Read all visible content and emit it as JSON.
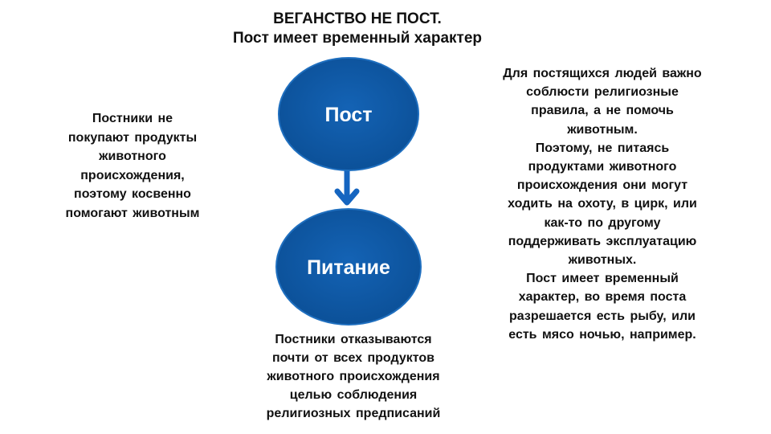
{
  "title": {
    "line1": "ВЕГАНСТВО НЕ ПОСТ.",
    "line2": "Пост имеет временный характер"
  },
  "nodes": {
    "top": {
      "label": "Пост"
    },
    "bottom": {
      "label": "Питание"
    }
  },
  "colors": {
    "node_fill": "#0E5BA8",
    "node_stroke": "#1F6FBF",
    "arrow": "#1565C0",
    "node_text": "#ffffff"
  },
  "left_text": {
    "lines": [
      "Постники не",
      "покупают продукты",
      "животного",
      "происхождения,",
      "поэтому косвенно",
      "помогают животным"
    ]
  },
  "bottom_text": {
    "lines": [
      "Постники отказываются",
      "почти от всех продуктов",
      "животного происхождения",
      "целью соблюдения",
      "религиозных предписаний"
    ]
  },
  "right_text": {
    "lines": [
      "Для постящихся людей важно",
      "соблюсти религиозные",
      "правила, а не помочь",
      "животным.",
      "Поэтому, не питаясь",
      "продуктами животного",
      "происхождения они могут",
      "ходить на охоту, в цирк, или",
      "как-то по другому",
      "поддерживать эксплуатацию",
      "животных.",
      "Пост имеет временный",
      "характер, во время поста",
      "разрешается есть рыбу, или",
      "есть мясо ночью, например."
    ]
  }
}
